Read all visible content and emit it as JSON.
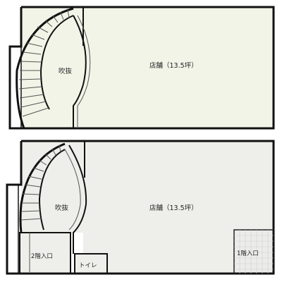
{
  "upper_floor": {
    "shop_label": "店舗（13.5坪）",
    "void_label": "吹抜"
  },
  "lower_floor": {
    "shop_label": "店舗（13.5坪）",
    "void_label": "吹抜",
    "entrance_2f_label": "2階入口",
    "toilet_label": "トイレ",
    "entrance_1f_label": "1階入口"
  },
  "colors": {
    "wall": "#111111",
    "floor": "#f3f4e8",
    "floor_lower": "#eeeeea",
    "stair_line": "#555555"
  }
}
